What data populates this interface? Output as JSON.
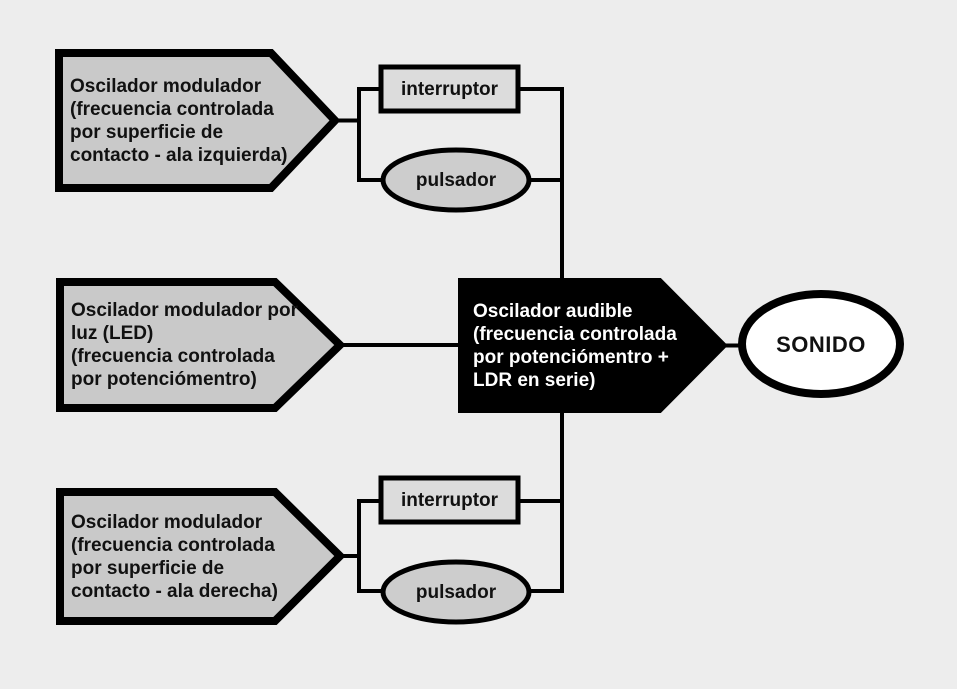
{
  "diagram": {
    "type": "flowchart",
    "language": "es",
    "background_color": "#ededed",
    "colors": {
      "pentagon_fill": "#c9c9c9",
      "rect_fill": "#dcdcdc",
      "ellipse_fill": "#cdcdcd",
      "audible_fill": "#000000",
      "sound_fill": "#ffffff",
      "stroke": "#000000",
      "text_dark": "#111111",
      "text_light": "#ffffff"
    },
    "nodes": {
      "modulator_left_wing": {
        "shape": "pentagon-arrow",
        "label": "Oscilador modulador\n(frecuencia controlada\npor superficie de\ncontacto - ala izquierda)"
      },
      "interruptor_top": {
        "shape": "rectangle",
        "label": "interruptor"
      },
      "pulsador_top": {
        "shape": "ellipse",
        "label": "pulsador"
      },
      "modulator_light": {
        "shape": "pentagon-arrow",
        "label": "Oscilador modulador por\nluz (LED)\n(frecuencia controlada\npor potenciómentro)"
      },
      "audible_oscillator": {
        "shape": "pentagon-arrow",
        "label": "Oscilador audible\n(frecuencia controlada\npor potenciómentro +\nLDR en serie)"
      },
      "sonido": {
        "shape": "ellipse",
        "label": "SONIDO"
      },
      "modulator_right_wing": {
        "shape": "pentagon-arrow",
        "label": "Oscilador modulador\n(frecuencia controlada\npor superficie de\ncontacto - ala derecha)"
      },
      "interruptor_bottom": {
        "shape": "rectangle",
        "label": "interruptor"
      },
      "pulsador_bottom": {
        "shape": "ellipse",
        "label": "pulsador"
      }
    },
    "edges": [
      {
        "from": "modulator_left_wing",
        "to": "interruptor_top"
      },
      {
        "from": "modulator_left_wing",
        "to": "pulsador_top"
      },
      {
        "from": "interruptor_top",
        "to": "audible_oscillator"
      },
      {
        "from": "pulsador_top",
        "to": "audible_oscillator"
      },
      {
        "from": "modulator_light",
        "to": "audible_oscillator"
      },
      {
        "from": "modulator_right_wing",
        "to": "interruptor_bottom"
      },
      {
        "from": "modulator_right_wing",
        "to": "pulsador_bottom"
      },
      {
        "from": "interruptor_bottom",
        "to": "audible_oscillator"
      },
      {
        "from": "pulsador_bottom",
        "to": "audible_oscillator"
      },
      {
        "from": "audible_oscillator",
        "to": "sonido"
      }
    ]
  }
}
